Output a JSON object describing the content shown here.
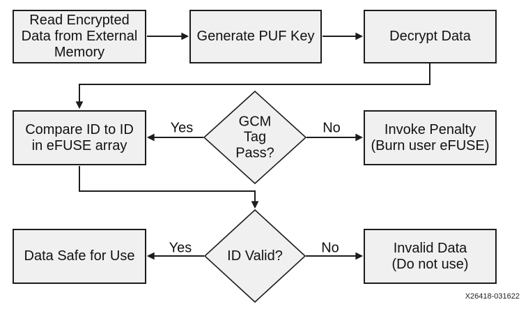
{
  "caption": "X26418-031622",
  "colors": {
    "background": "#ffffff",
    "node_fill": "#f0f0f0",
    "node_border": "#1c1c1c",
    "connector": "#1c1c1c",
    "text": "#111111"
  },
  "flowchart": {
    "nodes": {
      "read_encrypted": {
        "type": "process",
        "label": "Read Encrypted\nData from External\nMemory"
      },
      "generate_puf": {
        "type": "process",
        "label": "Generate PUF Key"
      },
      "decrypt_data": {
        "type": "process",
        "label": "Decrypt Data"
      },
      "compare_id": {
        "type": "process",
        "label": "Compare ID to ID\nin eFUSE array"
      },
      "gcm_tag_pass": {
        "type": "decision",
        "label": "GCM\nTag\nPass?"
      },
      "invoke_penalty": {
        "type": "process",
        "label": "Invoke Penalty\n(Burn user eFUSE)"
      },
      "data_safe": {
        "type": "process",
        "label": "Data Safe for Use"
      },
      "id_valid": {
        "type": "decision",
        "label": "ID Valid?"
      },
      "invalid_data": {
        "type": "process",
        "label": "Invalid Data\n(Do not use)"
      }
    },
    "edges": [
      {
        "from": "read_encrypted",
        "to": "generate_puf",
        "label": ""
      },
      {
        "from": "generate_puf",
        "to": "decrypt_data",
        "label": ""
      },
      {
        "from": "decrypt_data",
        "to": "compare_id",
        "label": ""
      },
      {
        "from": "gcm_tag_pass",
        "to": "compare_id",
        "label": "Yes"
      },
      {
        "from": "gcm_tag_pass",
        "to": "invoke_penalty",
        "label": "No"
      },
      {
        "from": "compare_id",
        "to": "id_valid",
        "label": ""
      },
      {
        "from": "id_valid",
        "to": "data_safe",
        "label": "Yes"
      },
      {
        "from": "id_valid",
        "to": "invalid_data",
        "label": "No"
      }
    ]
  }
}
